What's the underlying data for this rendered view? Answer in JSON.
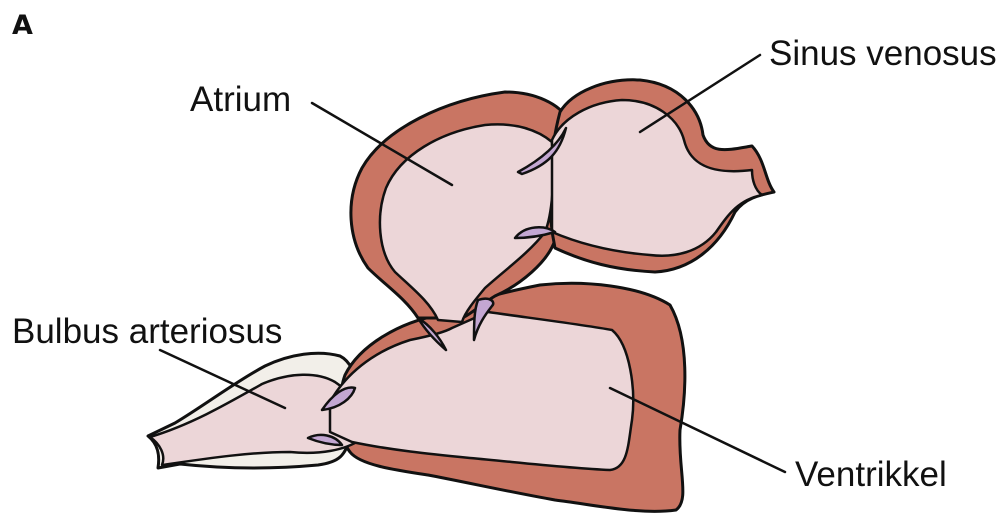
{
  "figure": {
    "panel_letter": "A"
  },
  "labels": {
    "atrium": "Atrium",
    "sinus_venosus": "Sinus venosus",
    "bulbus_arteriosus": "Bulbus arteriosus",
    "ventrikkel": "Ventrikkel"
  },
  "colors": {
    "wall": "#c97563",
    "lumen": "#ecd6d8",
    "valve": "#c3a7d2",
    "bulbus_wall": "#f2efe9",
    "outline": "#111111"
  }
}
